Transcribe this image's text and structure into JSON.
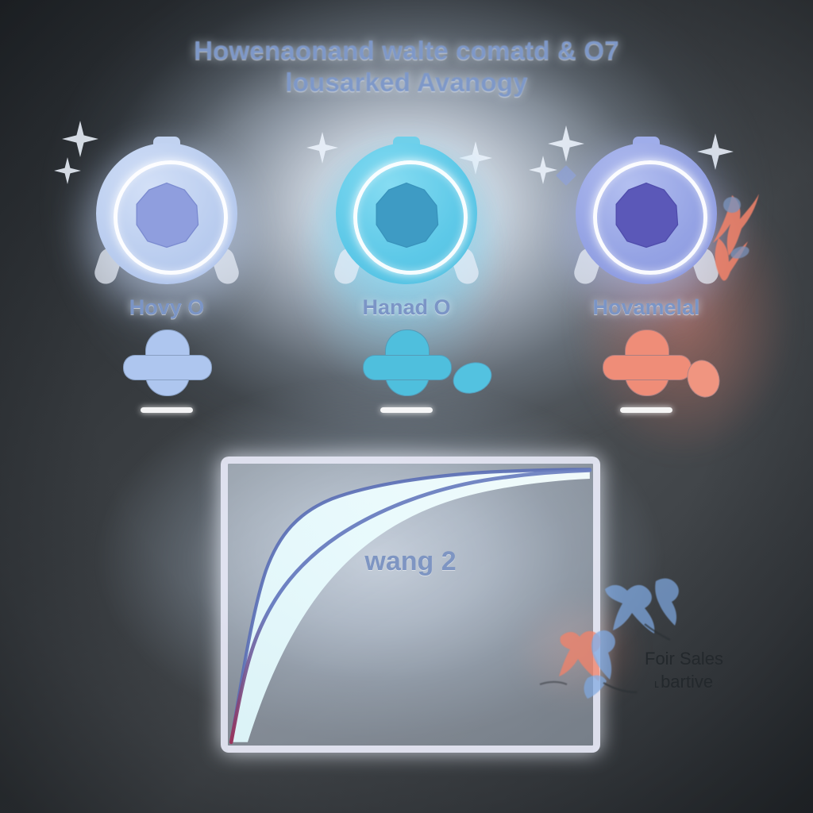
{
  "title": {
    "line1": "Howenaonand  walte comatd & O7",
    "line2": "lousarked Avanogy"
  },
  "colors": {
    "accent_blue": "#7b95c6",
    "badge1": "#aec2ea",
    "badge2": "#57c6e6",
    "badge3": "#8f9fe0",
    "mic_red": "#ef8d78",
    "callout_text": "#23282c",
    "panel_border": "#e9ebf8"
  },
  "badges": [
    {
      "label": "Hovy O",
      "icon": "circular-chip-badge-icon",
      "mic_icon": "microphone-icon",
      "color": "#aec2ea",
      "core_color": "#8f9ede",
      "has_blob": false
    },
    {
      "label": "Hanad O",
      "icon": "circular-chip-badge-icon",
      "mic_icon": "microphone-icon",
      "color": "#57c6e6",
      "core_color": "#3e9bc4",
      "has_blob": true
    },
    {
      "label": "Hovamelal",
      "icon": "circular-chip-badge-icon",
      "mic_icon": "microphone-icon",
      "color": "#8f9fe0",
      "core_color": "#5b58b8",
      "has_blob": true
    }
  ],
  "chart_panel": {
    "inline_label": "wang 2"
  },
  "callout": {
    "line1": "Foir Sales",
    "line2": "bartive",
    "line2_prefix": "ʟ"
  },
  "decor": {
    "sparkle_icon": "sparkle-icon",
    "diamond_icon": "diamond-sparkle-icon",
    "brush_mark_icon": "brush-stroke-mark-icon",
    "leader_line_icon": "leader-line-icon"
  },
  "chart_data": {
    "type": "area",
    "title": "wang 2",
    "xlabel": "",
    "ylabel": "",
    "xlim": [
      0,
      100
    ],
    "ylim": [
      0,
      100
    ],
    "grid": false,
    "legend": "none",
    "series": [
      {
        "name": "upper-curve",
        "color": "#5b6fb5",
        "x": [
          0,
          2,
          5,
          9,
          14,
          20,
          28,
          38,
          50,
          62,
          74,
          86,
          100
        ],
        "values": [
          0,
          34,
          55,
          68,
          76,
          82,
          87,
          91,
          94,
          96,
          97,
          98,
          98
        ]
      },
      {
        "name": "lower-curve",
        "color": "#6b7fbf",
        "x": [
          0,
          2,
          5,
          9,
          14,
          20,
          28,
          38,
          50,
          62,
          74,
          86,
          100
        ],
        "values": [
          0,
          13,
          25,
          37,
          47,
          56,
          66,
          75,
          83,
          89,
          93,
          96,
          97
        ]
      }
    ],
    "fill_between": {
      "between": [
        "upper-curve",
        "lower-curve"
      ],
      "color": "#e6fbfd"
    }
  }
}
